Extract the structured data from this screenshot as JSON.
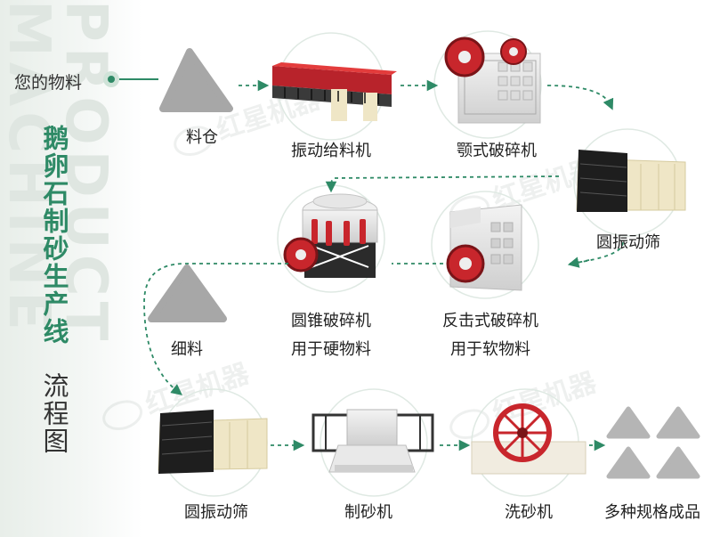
{
  "brand_vertical": "PRODUCT MACHINE",
  "input": {
    "label": "您的物料"
  },
  "title": {
    "main": "鹅卵石制砂生产线",
    "sub": "流程图"
  },
  "watermark": "红星机器",
  "steps": {
    "silo": "料仓",
    "feeder": "振动给料机",
    "jaw": "颚式破碎机",
    "screen1": "圆振动筛",
    "impact": "反击式破碎机",
    "impact_note": "用于软物料",
    "cone": "圆锥破碎机",
    "cone_note": "用于硬物料",
    "fines": "细料",
    "screen2": "圆振动筛",
    "sandmaker": "制砂机",
    "washer": "洗砂机",
    "products": "多种规格成品"
  },
  "colors": {
    "accent": "#2e8a66",
    "machine_red": "#c8262c",
    "pile_gray": "#a7a7a7",
    "screen_beige": "#efe6c6"
  }
}
